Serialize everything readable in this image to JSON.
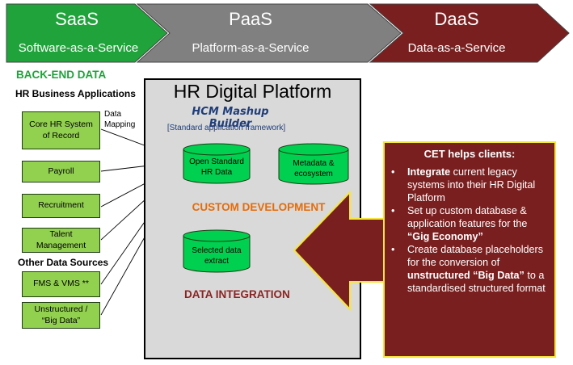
{
  "chevrons": [
    {
      "title": "SaaS",
      "subtitle": "Software-as-a-Service",
      "color": "#1fa33a"
    },
    {
      "title": "PaaS",
      "subtitle": "Platform-as-a-Service",
      "color": "#808080"
    },
    {
      "title": "DaaS",
      "subtitle": "Data-as-a-Service",
      "color": "#7a1f1f"
    }
  ],
  "left": {
    "back_end_heading": "BACK-END DATA",
    "hr_apps_heading": "HR Business Applications",
    "data_mapping": "Data Mapping",
    "other_sources_heading": "Other Data Sources",
    "boxes": [
      "Core HR System of Record",
      "Payroll",
      "Recruitment",
      "Talent Management",
      "FMS & VMS **",
      "Unstructured / “Big Data”"
    ]
  },
  "platform": {
    "title": "HR Digital Platform",
    "hcm_builder": "HCM Mashup Builder",
    "framework": "[Standard application framework]",
    "open_data": "Open Standard HR Data",
    "metadata": "Metadata & ecosystem",
    "custom_dev": "CUSTOM DEVELOPMENT",
    "extract": "Selected data extract",
    "data_integration": "DATA INTEGRATION"
  },
  "cet": {
    "title": "CET helps clients:",
    "bullets": [
      {
        "bold": "Integrate",
        "rest": " current legacy systems into their HR Digital Platform",
        "bold_tail": ""
      },
      {
        "bold": "",
        "rest": "Set up custom database & application features for the ",
        "bold_tail": "“Gig Economy”"
      },
      {
        "bold": "",
        "rest": "Create database placeholders for the conversion of ",
        "bold_tail": "unstructured “Big Data”",
        "after": " to a standardised structured format"
      }
    ]
  },
  "colors": {
    "green_box": "#92d050",
    "green_heading": "#1fa33a",
    "orange": "#e46c0a",
    "maroon": "#7a1f1f",
    "cylinder": "#00d050",
    "hcm_blue": "#1f3d7a"
  }
}
